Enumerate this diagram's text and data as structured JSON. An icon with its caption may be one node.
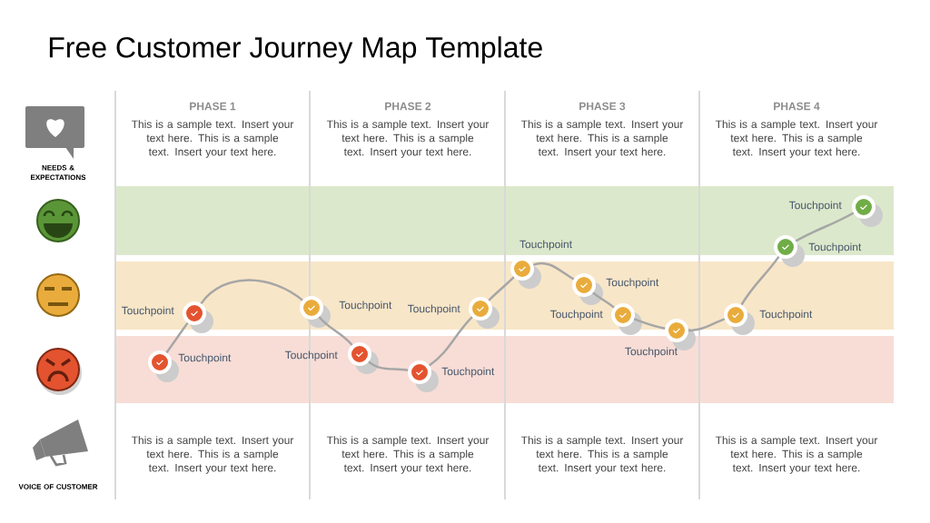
{
  "diagram": {
    "title": "Free Customer Journey Map Template",
    "nodes": [
      {
        "text": [],
        "shape": "circle",
        "beside": [
          "Touchpoint"
        ]
      },
      {
        "text": [],
        "shape": "circle",
        "beside": [
          "Touchpoint"
        ]
      },
      {
        "text": [],
        "shape": "circle",
        "beside": [
          "Touchpoint"
        ]
      },
      {
        "text": [],
        "shape": "circle",
        "beside": [
          "Touchpoint"
        ]
      },
      {
        "text": [],
        "shape": "circle",
        "beside": [
          "Touchpoint"
        ]
      },
      {
        "text": [],
        "shape": "circle",
        "beside": [
          "Touchpoint"
        ]
      },
      {
        "text": [],
        "shape": "circle",
        "beside": [
          "Touchpoint"
        ]
      },
      {
        "text": [],
        "shape": "circle",
        "beside": [
          "Touchpoint"
        ]
      },
      {
        "text": [],
        "shape": "circle",
        "beside": [
          "Touchpoint"
        ]
      },
      {
        "text": [],
        "shape": "circle",
        "beside": [
          "Touchpoint"
        ]
      },
      {
        "text": [],
        "shape": "circle",
        "beside": [
          "Touchpoint"
        ]
      },
      {
        "text": [],
        "shape": "circle",
        "beside": [
          "Touchpoint"
        ]
      },
      {
        "text": [],
        "shape": "circle",
        "beside": [
          "Touchpoint"
        ]
      }
    ],
    "edges": [
      {
        "from": 0,
        "to": 1,
        "arrow": "none"
      },
      {
        "from": 1,
        "to": 2,
        "arrow": "none"
      },
      {
        "from": 2,
        "to": 3,
        "arrow": "none"
      },
      {
        "from": 3,
        "to": 4,
        "arrow": "none"
      },
      {
        "from": 4,
        "to": 5,
        "arrow": "none"
      },
      {
        "from": 5,
        "to": 6,
        "arrow": "none"
      },
      {
        "from": 6,
        "to": 7,
        "arrow": "none"
      },
      {
        "from": 7,
        "to": 8,
        "arrow": "none"
      },
      {
        "from": 8,
        "to": 9,
        "arrow": "none"
      },
      {
        "from": 9,
        "to": 10,
        "arrow": "none"
      },
      {
        "from": 10,
        "to": 11,
        "arrow": "none"
      },
      {
        "from": 11,
        "to": 12,
        "arrow": "none"
      }
    ],
    "labels": [
      "PHASE 1",
      "PHASE 2",
      "PHASE 3",
      "PHASE 4",
      "This is a sample text. Insert your text here. This is a sample text. Insert your text here.",
      "This is a sample text. Insert your text here. This is a sample text. Insert your text here.",
      "This is a sample text. Insert your text here. This is a sample text. Insert your text here.",
      "This is a sample text. Insert your text here. This is a sample text. Insert your text here.",
      "NEEDS & EXPECTATIONS",
      "This is a sample text. Insert your text here. This is a sample text. Insert your text here.",
      "This is a sample text. Insert your text here. This is a sample text. Insert your text here.",
      "This is a sample text. Insert your text here. This is a sample text. Insert your text here.",
      "This is a sample text. Insert your text here. This is a sample text. Insert your text here.",
      "VOICE OF CUSTOMER"
    ]
  }
}
